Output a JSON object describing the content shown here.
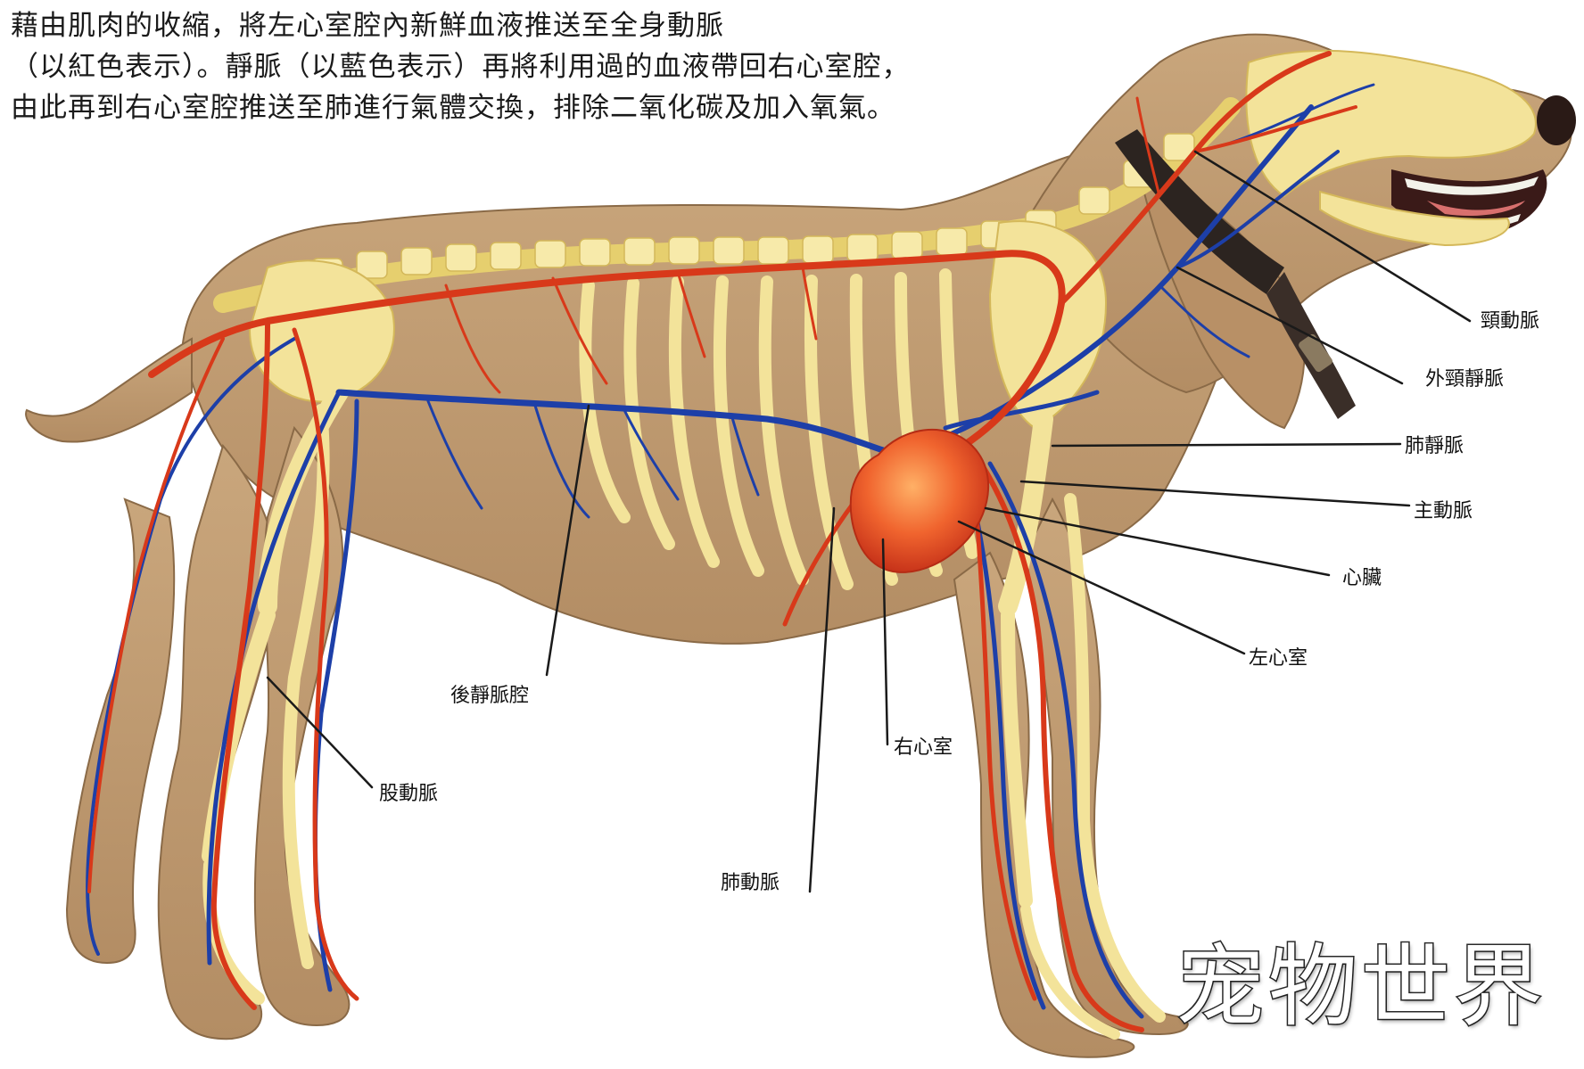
{
  "caption": {
    "line1": "藉由肌肉的收縮，將左心室腔內新鮮血液推送至全身動脈",
    "line2": "（以紅色表示）。靜脈（以藍色表示）再將利用過的血液帶回右心室腔，",
    "line3": "由此再到右心室腔推送至肺進行氣體交換，排除二氧化碳及加入氧氣。"
  },
  "labels": {
    "carotid_artery": "頸動脈",
    "external_jugular_vein": "外頸靜脈",
    "pulmonary_vein": "肺靜脈",
    "aorta": "主動脈",
    "heart": "心臟",
    "left_ventricle": "左心室",
    "caudal_vena_cava": "後靜脈腔",
    "right_ventricle": "右心室",
    "femoral_artery": "股動脈",
    "pulmonary_artery": "肺動脈"
  },
  "watermark": "宠物世界",
  "colors": {
    "artery": "#d8391a",
    "vein": "#1d3fa8",
    "skeleton": "#f3e39a",
    "body": "#c8a57c",
    "heart": "#f0642e",
    "collar": "#2c2420"
  }
}
